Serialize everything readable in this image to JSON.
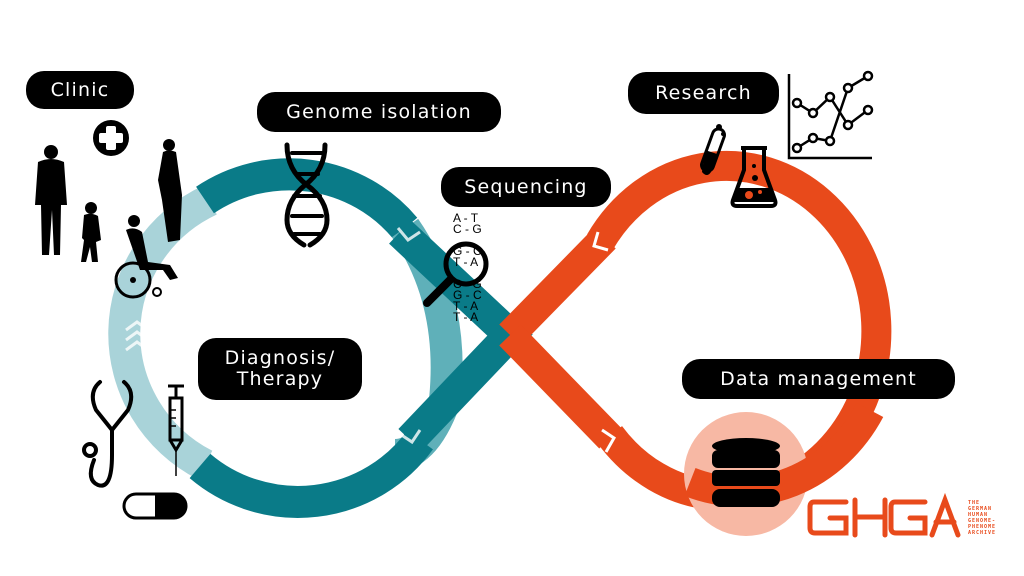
{
  "title": "GHGA data lifecycle",
  "colors": {
    "teal": "#0a7b88",
    "teal_light": "#a9d3d9",
    "orange": "#e84a1b",
    "orange_light": "#f7b8a4",
    "label_bg": "#000000",
    "label_text": "#ffffff"
  },
  "stages": {
    "clinic": "Clinic",
    "genome_isolation": "Genome isolation",
    "sequencing": "Sequencing",
    "research": "Research",
    "diagnosis_line1": "Diagnosis/",
    "diagnosis_line2": "Therapy",
    "data_management": "Data management"
  },
  "sequence_pairs": [
    "A - T",
    "C - G",
    "",
    "G - C",
    "T - A",
    "",
    "C - G",
    "G - C",
    "T - A",
    "T - A"
  ],
  "logo": {
    "name": "GHGA",
    "tagline": [
      "THE",
      "GERMAN",
      "HUMAN",
      "GENOME-",
      "PHENOME",
      "ARCHIVE"
    ]
  },
  "icons": [
    "people-icon",
    "medical-cross-icon",
    "wheelchair-icon",
    "dna-icon",
    "magnifier-icon",
    "test-tube-icon",
    "flask-icon",
    "line-chart-icon",
    "stethoscope-icon",
    "syringe-icon",
    "pill-icon",
    "database-icon"
  ]
}
